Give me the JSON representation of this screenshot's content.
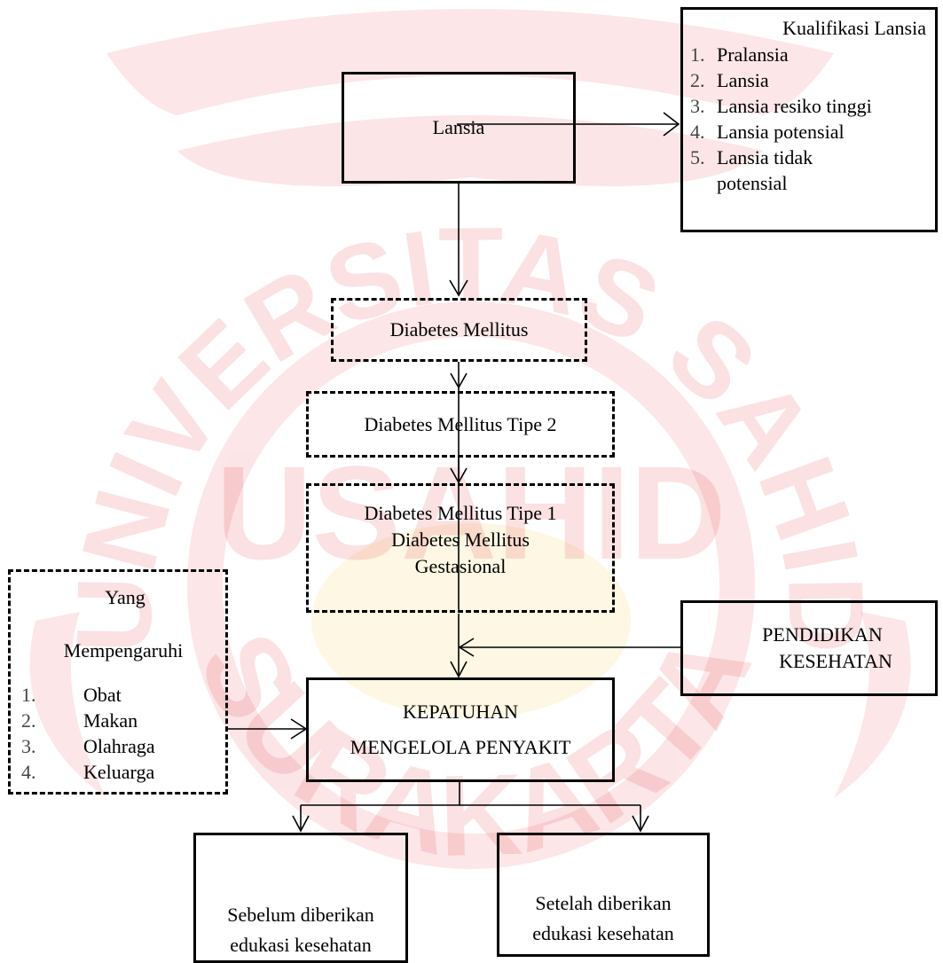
{
  "nodes": {
    "lansia": "Lansia",
    "kualifikasi": {
      "title": "Kualifikasi Lansia",
      "items": [
        {
          "num": "1.",
          "text": "Pralansia"
        },
        {
          "num": "2.",
          "text": "Lansia"
        },
        {
          "num": "3.",
          "text": "Lansia resiko tinggi"
        },
        {
          "num": "4.",
          "text": "Lansia potensial"
        },
        {
          "num": "5.",
          "text": "Lansia tidak"
        },
        {
          "num": "",
          "text": "potensial"
        }
      ]
    },
    "dm": "Diabetes Mellitus",
    "dm_tipe2": "Diabetes Mellitus Tipe 2",
    "dm_other": {
      "line1": "Diabetes Mellitus Tipe 1",
      "line2": "Diabetes Mellitus",
      "line3": "Gestasional"
    },
    "pengaruh": {
      "title1": "Yang",
      "title2": "Mempengaruhi",
      "items": [
        {
          "num": "1.",
          "text": "Obat"
        },
        {
          "num": "2.",
          "text": "Makan"
        },
        {
          "num": "3.",
          "text": "Olahraga"
        },
        {
          "num": "4.",
          "text": "Keluarga"
        }
      ]
    },
    "pendidikan": {
      "line1": "PENDIDIKAN",
      "line2": "KESEHATAN"
    },
    "kepatuhan": {
      "line1": "KEPATUHAN",
      "line2": "MENGELOLA PENYAKIT"
    },
    "sebelum": {
      "line1": "Sebelum diberikan",
      "line2": "edukasi kesehatan"
    },
    "setelah": {
      "line1": "Setelah diberikan",
      "line2": "edukasi kesehatan"
    }
  },
  "watermark": {
    "arc_text": "UNIVERSITAS SAHID",
    "center_text": "USAHID",
    "bottom_text": "SURAKARTA",
    "red": "#e4303a",
    "gold": "#f0c020"
  }
}
